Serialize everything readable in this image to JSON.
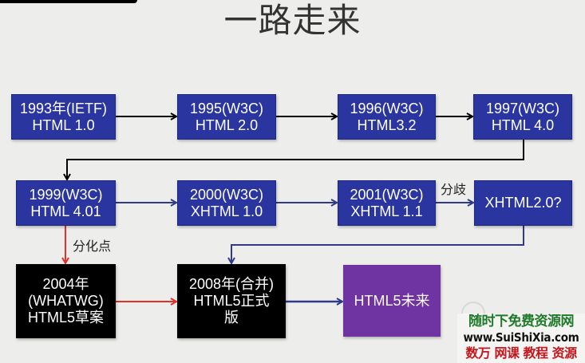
{
  "title": "一路走来",
  "colors": {
    "background": "#ededeb",
    "node_blue": "#2b35a0",
    "node_black": "#000000",
    "node_purple": "#7033a2",
    "arrow_black": "#000000",
    "arrow_blue": "#2e3a8c",
    "arrow_red": "#e0312a"
  },
  "nodes": {
    "n1993": {
      "line1": "1993年(IETF)",
      "line2": "HTML 1.0"
    },
    "n1995": {
      "line1": "1995(W3C)",
      "line2": "HTML 2.0"
    },
    "n1996": {
      "line1": "1996(W3C)",
      "line2": "HTML3.2"
    },
    "n1997": {
      "line1": "1997(W3C)",
      "line2": "HTML 4.0"
    },
    "n1999": {
      "line1": "1999(W3C)",
      "line2": "HTML 4.01"
    },
    "n2000": {
      "line1": "2000(W3C)",
      "line2": "XHTML 1.0"
    },
    "n2001": {
      "line1": "2001(W3C)",
      "line2": "XHTML 1.1"
    },
    "xhtml2": {
      "line1": "XHTML2.0?"
    },
    "n2004": {
      "line1": "2004年",
      "line2": "(WHATWG)",
      "line3": "HTML5草案"
    },
    "n2008": {
      "line1": "2008年(合并)",
      "line2": "HTML5正式",
      "line3": "版"
    },
    "future": {
      "line1": "HTML5未来"
    }
  },
  "labels": {
    "divergence_point": "分化点",
    "fork": "分歧"
  },
  "watermark": {
    "line1": "随时下免费资源网",
    "line2": "www.SuiShiXia.com",
    "line3": "数万 网课 教程 资源"
  }
}
